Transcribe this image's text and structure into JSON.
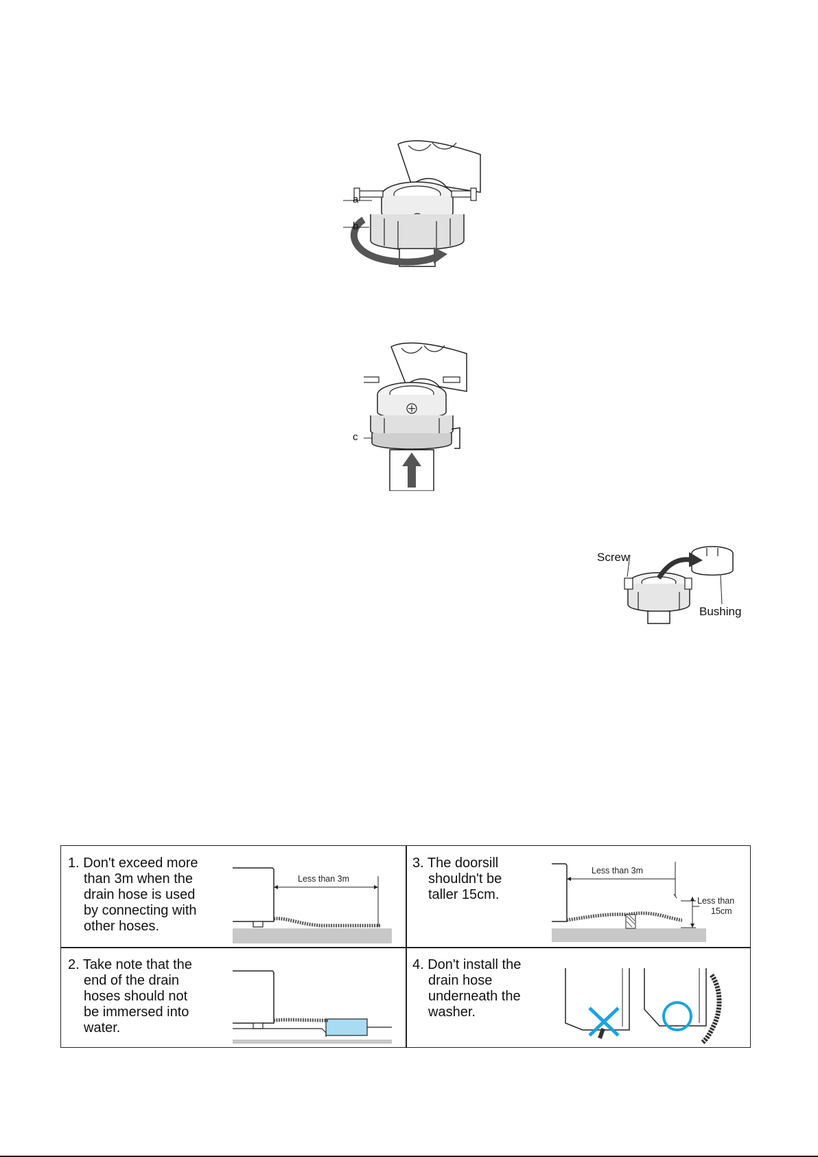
{
  "figures": {
    "fig1": {
      "label_a": "a",
      "label_b": "b"
    },
    "fig2": {
      "label_c": "c"
    },
    "fig3": {
      "label_screw": "Screw",
      "label_bushing": "Bushing"
    }
  },
  "table": {
    "cell1": {
      "lines": [
        "1. Don't exceed more",
        "than 3m when the",
        "drain hose is used",
        "by connecting with",
        "other hoses."
      ],
      "dim_label": "Less than 3m"
    },
    "cell2": {
      "lines": [
        "2. Take note that the",
        "end of the drain",
        "hoses should not",
        "be immersed into",
        "water."
      ]
    },
    "cell3": {
      "lines": [
        "3. The doorsill",
        "shouldn't be",
        "taller 15cm."
      ],
      "dim_label": "Less than 3m",
      "height_label_1": "Less than",
      "height_label_2": "15cm"
    },
    "cell4": {
      "lines": [
        "4. Don't install the",
        "drain hose",
        "underneath the",
        "washer."
      ]
    }
  },
  "colors": {
    "accent_blue": "#1aa3e0",
    "water_blue": "#a9dcf2",
    "floor_gray": "#c8c8c8"
  }
}
